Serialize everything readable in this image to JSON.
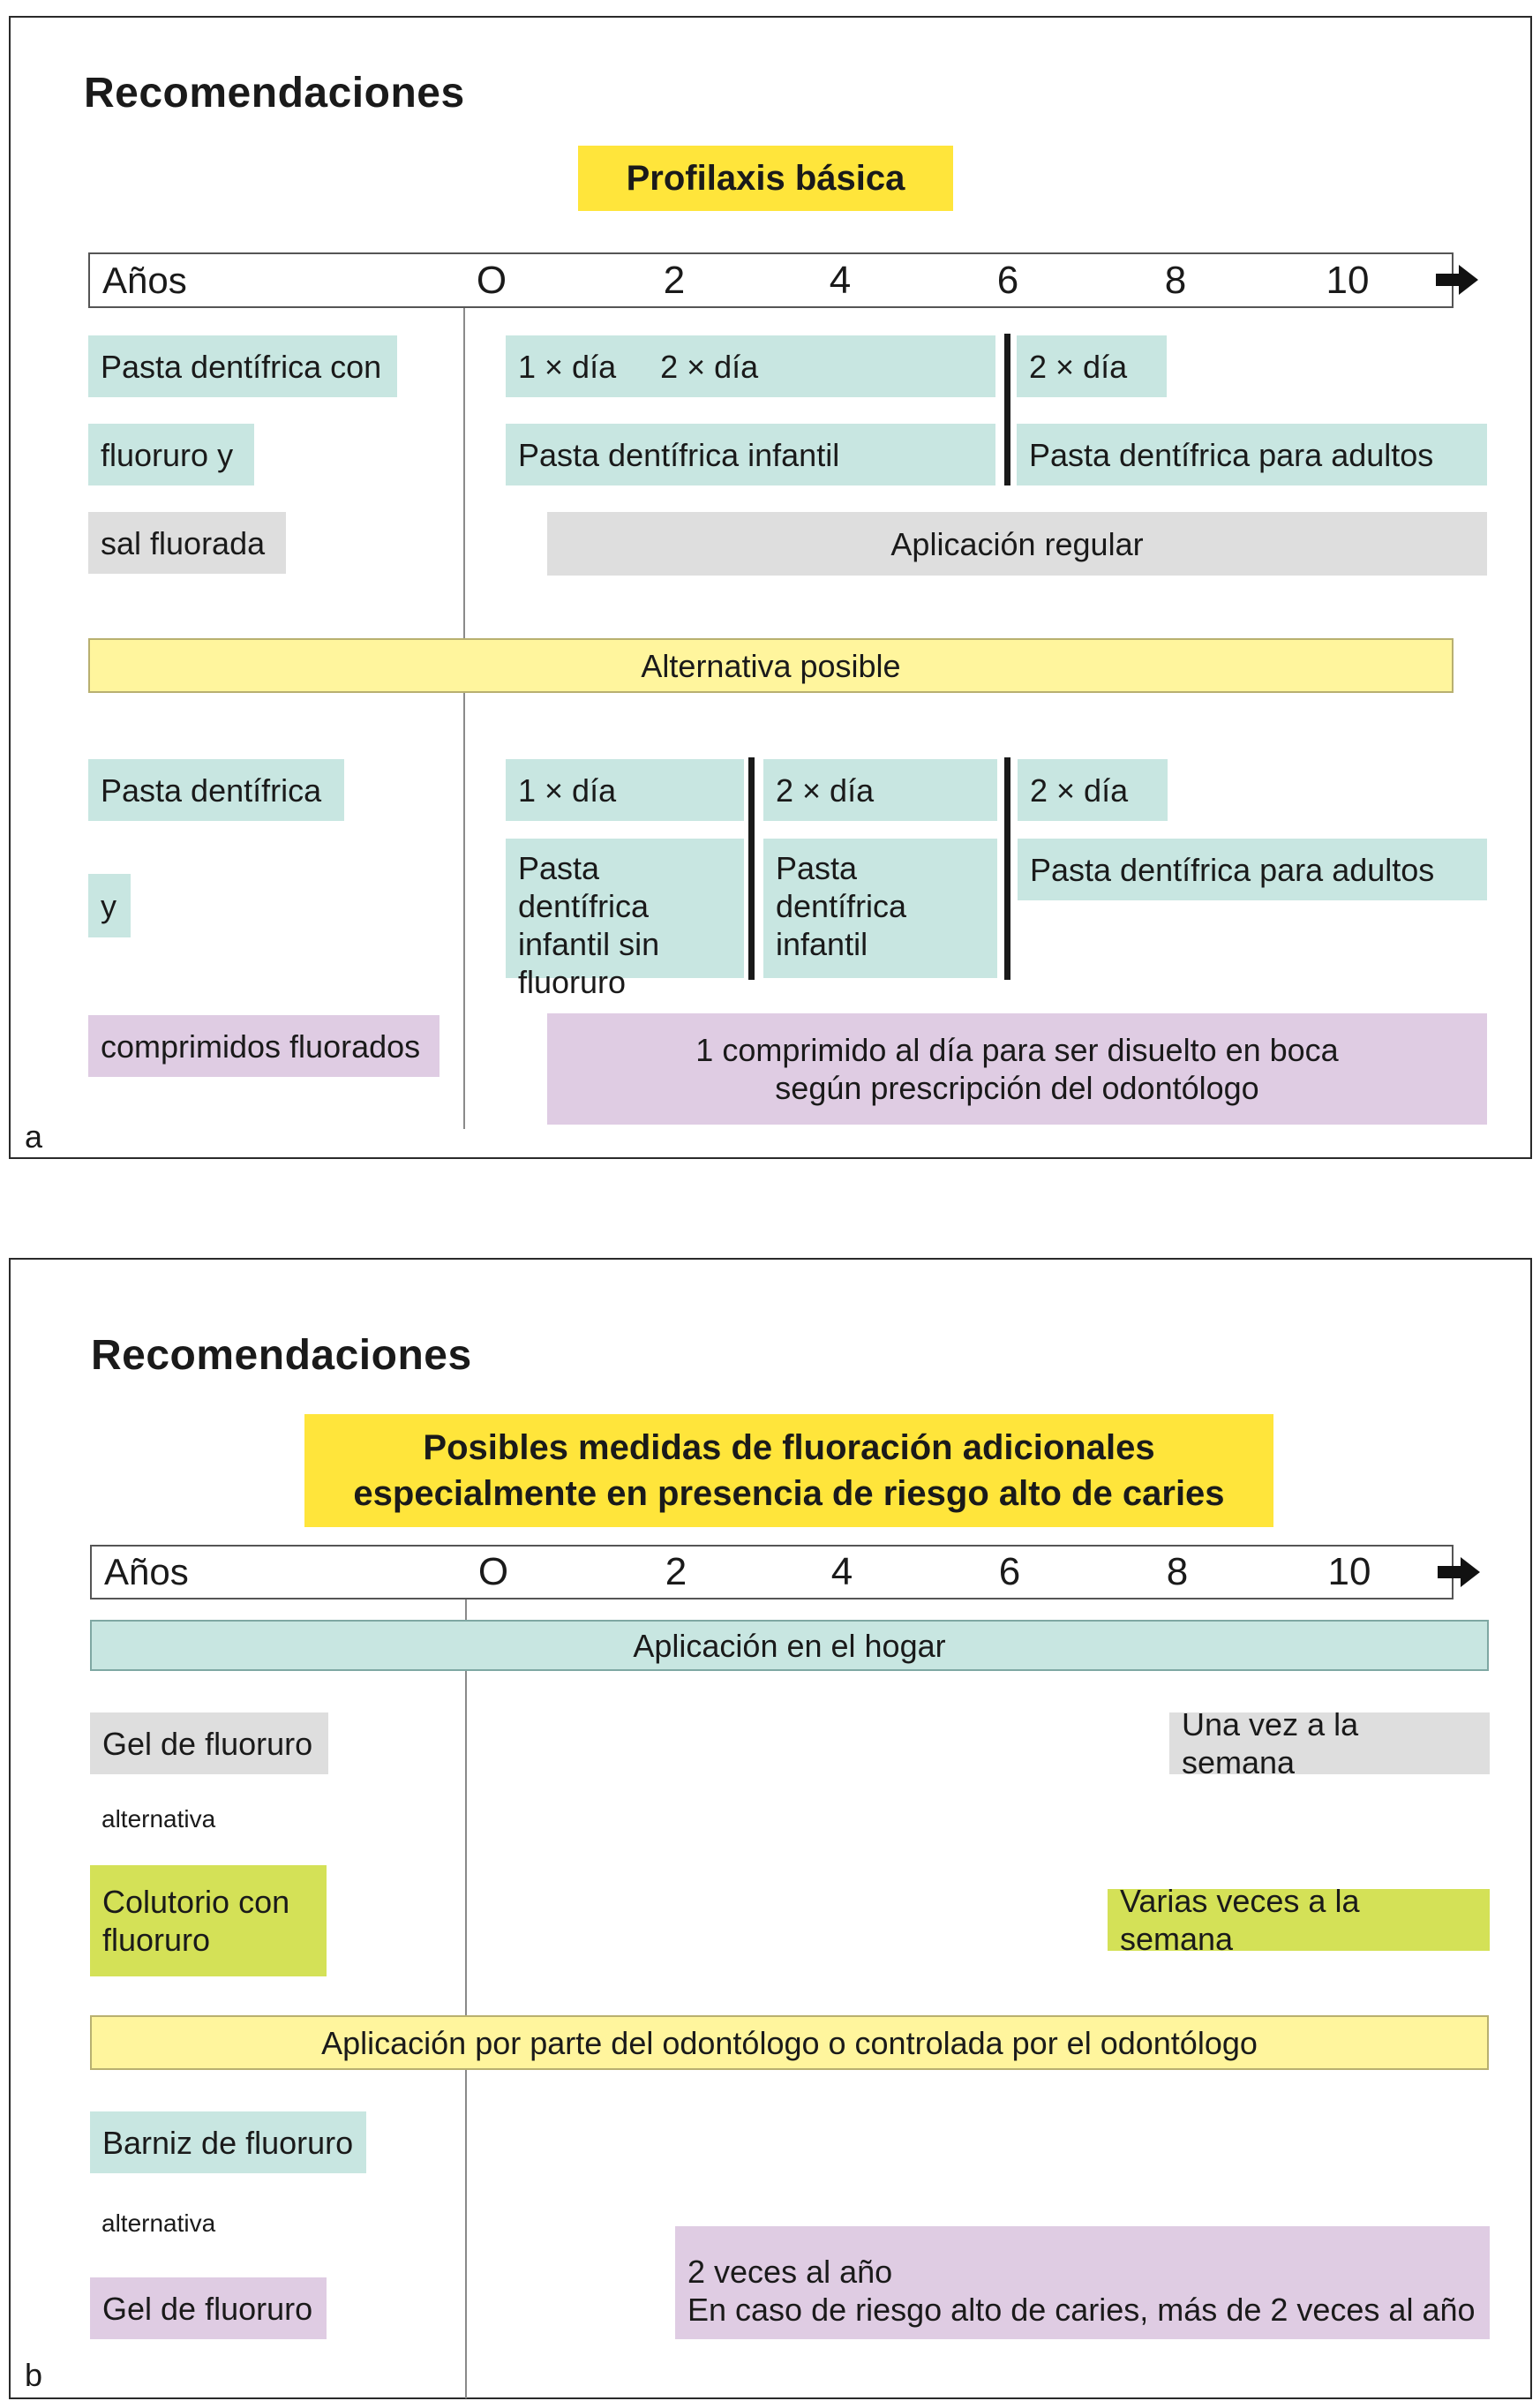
{
  "panel_a": {
    "heading": "Recomendaciones",
    "title": "Profilaxis básica",
    "axis": {
      "label": "Años",
      "ticks": [
        "O",
        "2",
        "4",
        "6",
        "8",
        "10"
      ]
    },
    "labels": {
      "pasta_con": "Pasta dentífrica con",
      "fluoruro_y": "fluoruro y",
      "sal_fluorada": "sal fluorada",
      "pasta": "Pasta dentífrica",
      "y": "y",
      "comprimidos": "comprimidos fluorados"
    },
    "row1": {
      "freq_1": "1 × día",
      "freq_2": "2 × día",
      "freq_adult": "2 × día",
      "pasta_infantil": "Pasta dentífrica infantil",
      "pasta_adultos": "Pasta dentífrica para adultos",
      "aplicacion_regular": "Aplicación regular"
    },
    "alternativa": "Alternativa posible",
    "row2": {
      "freq_1": "1 × día",
      "freq_2": "2 × día",
      "freq_3": "2 × día",
      "infantil_sin": [
        "Pasta dentífrica",
        "infantil sin",
        "fluoruro"
      ],
      "infantil": [
        "Pasta",
        "dentífrica",
        "infantil"
      ],
      "adultos": "Pasta dentífrica para adultos",
      "comprimido": [
        "1 comprimido al día para ser disuelto en boca",
        "según prescripción del odontólogo"
      ]
    },
    "corner": "a"
  },
  "panel_b": {
    "heading": "Recomendaciones",
    "title": [
      "Posibles medidas de fluoración adicionales",
      "especialmente en presencia de riesgo alto de caries"
    ],
    "axis": {
      "label": "Años",
      "ticks": [
        "O",
        "2",
        "4",
        "6",
        "8",
        "10"
      ]
    },
    "hogar": "Aplicación en el hogar",
    "gel_1": "Gel de fluoruro",
    "alternativa_1": "alternativa",
    "colutorio": [
      "Colutorio con",
      "fluoruro"
    ],
    "una_vez": "Una vez a la semana",
    "varias_veces": "Varias veces a la semana",
    "odontologo": "Aplicación por parte del odontólogo o controlada por el odontólogo",
    "barniz": "Barniz de fluoruro",
    "alternativa_2": "alternativa",
    "gel_2": "Gel de fluoruro",
    "veces": [
      "2 veces al año",
      "En caso de riesgo alto de caries, más de 2 veces al año"
    ],
    "corner": "b"
  }
}
